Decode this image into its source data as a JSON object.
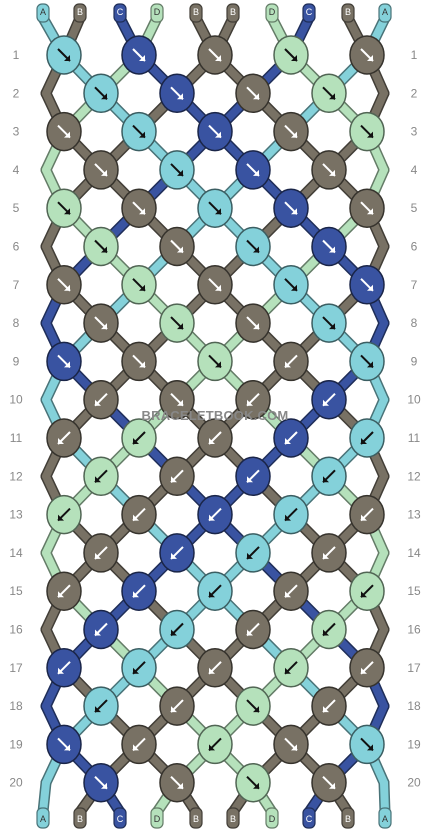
{
  "colors": {
    "A": "#84d1da",
    "B": "#787164",
    "C": "#3953a1",
    "D": "#b5e1bb"
  },
  "strings_top": [
    "A",
    "B",
    "C",
    "D",
    "B",
    "B",
    "D",
    "C",
    "B",
    "A"
  ],
  "strings_bottom": [
    "A",
    "B",
    "C",
    "D",
    "B",
    "B",
    "D",
    "C",
    "B",
    "A"
  ],
  "row_labels": [
    "1",
    "2",
    "3",
    "4",
    "5",
    "6",
    "7",
    "8",
    "9",
    "10",
    "11",
    "12",
    "13",
    "14",
    "15",
    "16",
    "17",
    "18",
    "19",
    "20"
  ],
  "knots": [
    [
      [
        "A",
        "R"
      ],
      [
        "C",
        "R"
      ],
      [
        "B",
        "R"
      ],
      [
        "D",
        "R"
      ],
      [
        "B",
        "R"
      ]
    ],
    [
      [
        "A",
        "R"
      ],
      [
        "C",
        "R"
      ],
      [
        "B",
        "R"
      ],
      [
        "D",
        "R"
      ]
    ],
    [
      [
        "B",
        "R"
      ],
      [
        "A",
        "R"
      ],
      [
        "C",
        "R"
      ],
      [
        "B",
        "R"
      ],
      [
        "D",
        "R"
      ]
    ],
    [
      [
        "B",
        "R"
      ],
      [
        "A",
        "R"
      ],
      [
        "C",
        "R"
      ],
      [
        "B",
        "R"
      ]
    ],
    [
      [
        "D",
        "R"
      ],
      [
        "B",
        "R"
      ],
      [
        "A",
        "R"
      ],
      [
        "C",
        "R"
      ],
      [
        "B",
        "R"
      ]
    ],
    [
      [
        "D",
        "R"
      ],
      [
        "B",
        "R"
      ],
      [
        "A",
        "R"
      ],
      [
        "C",
        "R"
      ]
    ],
    [
      [
        "B",
        "R"
      ],
      [
        "D",
        "R"
      ],
      [
        "B",
        "R"
      ],
      [
        "A",
        "R"
      ],
      [
        "C",
        "R"
      ]
    ],
    [
      [
        "B",
        "R"
      ],
      [
        "D",
        "R"
      ],
      [
        "B",
        "R"
      ],
      [
        "A",
        "R"
      ]
    ],
    [
      [
        "C",
        "R"
      ],
      [
        "B",
        "R"
      ],
      [
        "D",
        "R"
      ],
      [
        "B",
        "L"
      ],
      [
        "A",
        "R"
      ]
    ],
    [
      [
        "B",
        "L"
      ],
      [
        "B",
        "R"
      ],
      [
        "B",
        "L"
      ],
      [
        "C",
        "L"
      ]
    ],
    [
      [
        "B",
        "L"
      ],
      [
        "D",
        "L"
      ],
      [
        "B",
        "L"
      ],
      [
        "C",
        "L"
      ],
      [
        "A",
        "L"
      ]
    ],
    [
      [
        "D",
        "L"
      ],
      [
        "B",
        "L"
      ],
      [
        "C",
        "L"
      ],
      [
        "A",
        "L"
      ]
    ],
    [
      [
        "D",
        "L"
      ],
      [
        "B",
        "L"
      ],
      [
        "C",
        "L"
      ],
      [
        "A",
        "L"
      ],
      [
        "B",
        "L"
      ]
    ],
    [
      [
        "B",
        "L"
      ],
      [
        "C",
        "L"
      ],
      [
        "A",
        "L"
      ],
      [
        "B",
        "L"
      ]
    ],
    [
      [
        "B",
        "L"
      ],
      [
        "C",
        "L"
      ],
      [
        "A",
        "L"
      ],
      [
        "B",
        "L"
      ],
      [
        "D",
        "L"
      ]
    ],
    [
      [
        "C",
        "L"
      ],
      [
        "A",
        "L"
      ],
      [
        "B",
        "L"
      ],
      [
        "D",
        "L"
      ]
    ],
    [
      [
        "C",
        "L"
      ],
      [
        "A",
        "L"
      ],
      [
        "B",
        "L"
      ],
      [
        "D",
        "L"
      ],
      [
        "B",
        "L"
      ]
    ],
    [
      [
        "A",
        "L"
      ],
      [
        "B",
        "L"
      ],
      [
        "D",
        "R"
      ],
      [
        "B",
        "L"
      ]
    ],
    [
      [
        "C",
        "R"
      ],
      [
        "B",
        "L"
      ],
      [
        "D",
        "L"
      ],
      [
        "B",
        "R"
      ],
      [
        "A",
        "R"
      ]
    ],
    [
      [
        "C",
        "R"
      ],
      [
        "B",
        "R"
      ],
      [
        "D",
        "R"
      ],
      [
        "B",
        "R"
      ]
    ]
  ],
  "watermark": "BRACELETBOOK.COM"
}
